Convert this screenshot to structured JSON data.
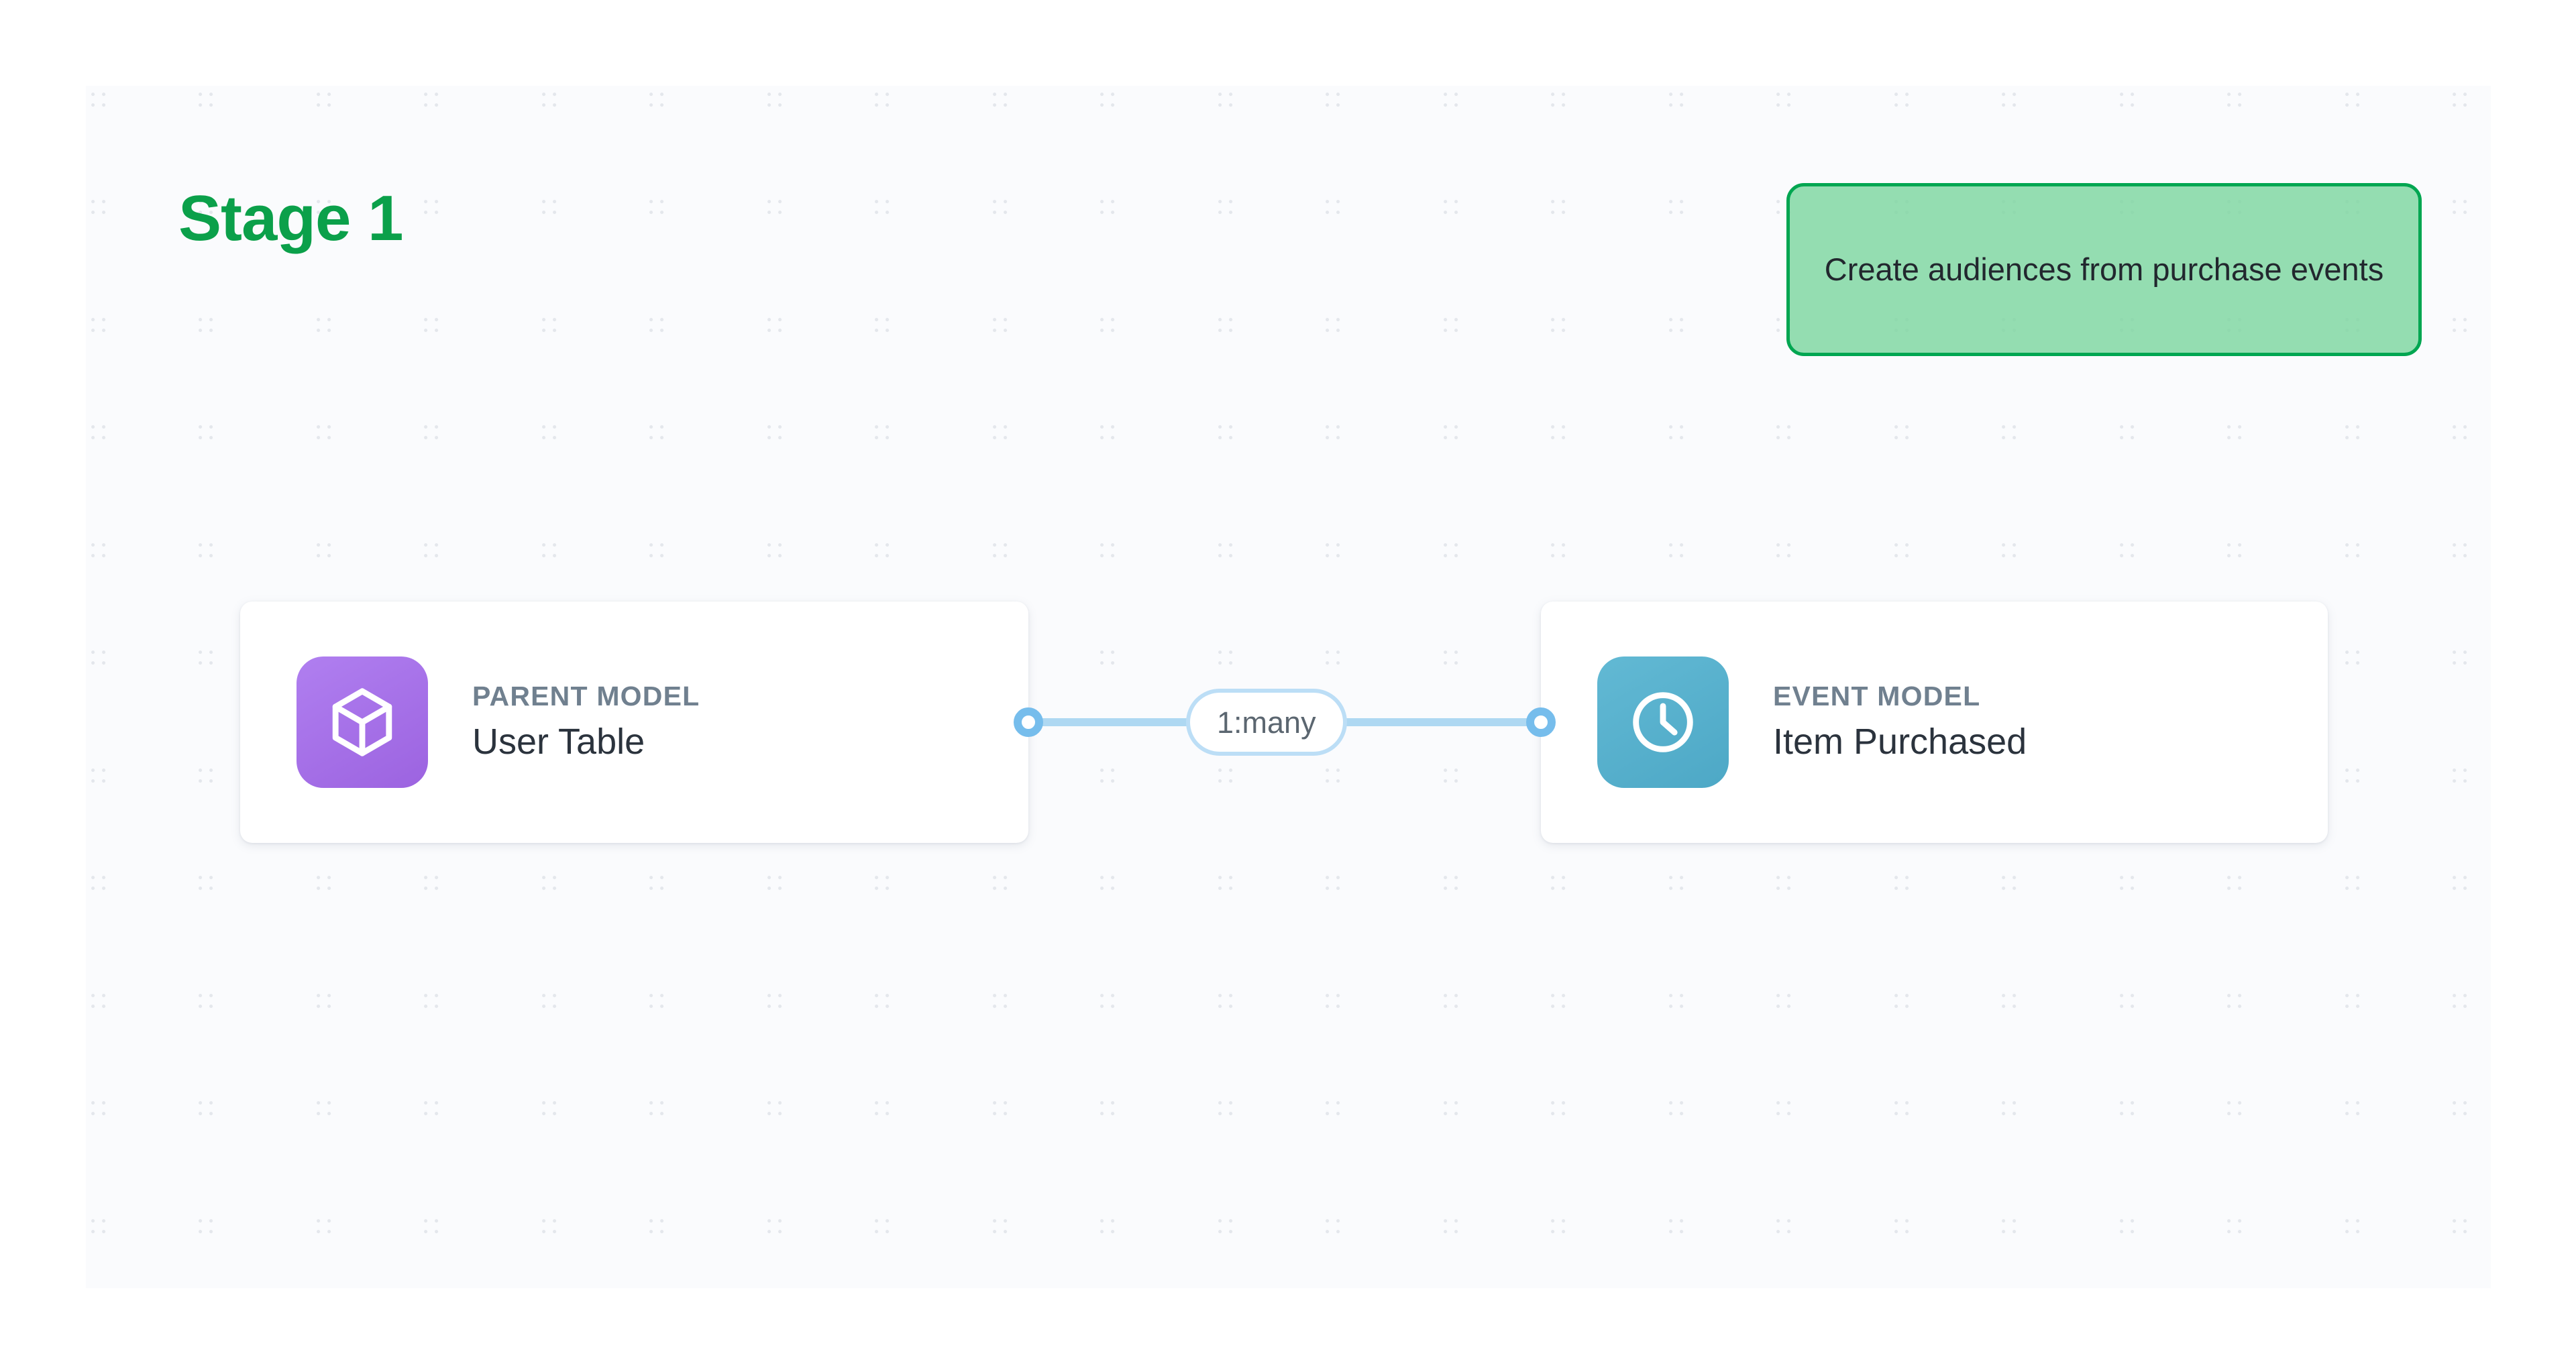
{
  "canvas": {
    "background_color": "#FAFBFD",
    "grid": "dot-grid"
  },
  "stage": {
    "title": "Stage 1",
    "title_color": "#0BA04A"
  },
  "callout": {
    "text": "Create audiences from purchase events",
    "border_color": "#00A651",
    "fill_color": "#7ED6A0"
  },
  "nodes": [
    {
      "id": "parent-model",
      "kicker": "PARENT MODEL",
      "title": "User Table",
      "icon": "cube-icon",
      "icon_color": "#A971E8"
    },
    {
      "id": "event-model",
      "kicker": "EVENT MODEL",
      "title": "Item Purchased",
      "icon": "clock-icon",
      "icon_color": "#55AFCC"
    }
  ],
  "edge": {
    "label": "1:many",
    "line_color": "#AED8F2",
    "handle_color": "#76BDEC",
    "source": "parent-model",
    "target": "event-model"
  }
}
